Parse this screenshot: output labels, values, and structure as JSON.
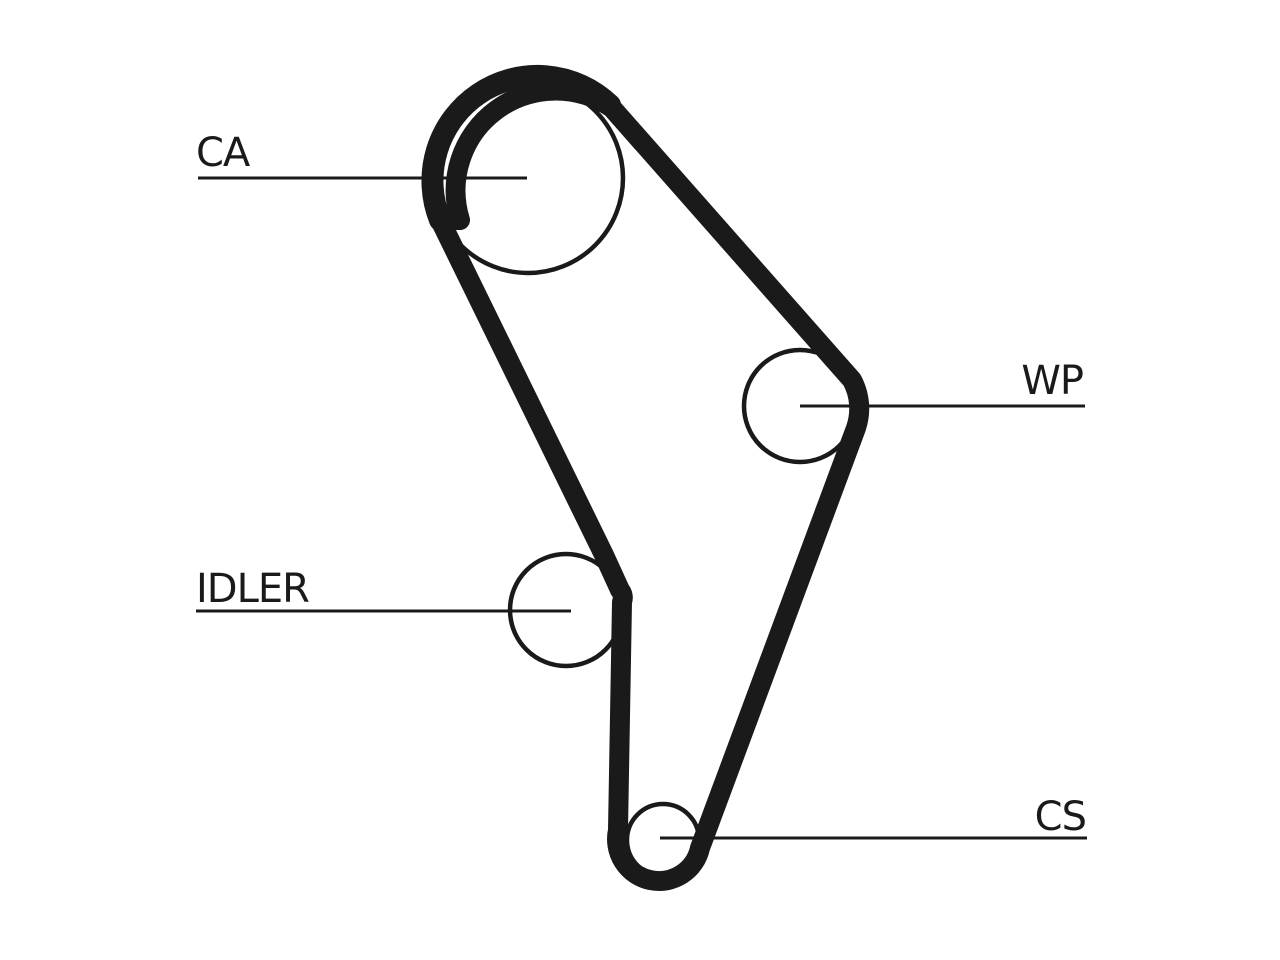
{
  "labels": {
    "camshaft": "CA",
    "water_pump": "WP",
    "idler": "IDLER",
    "crankshaft": "CS"
  },
  "colors": {
    "ink": "#1a1a1a",
    "background": "#ffffff"
  }
}
